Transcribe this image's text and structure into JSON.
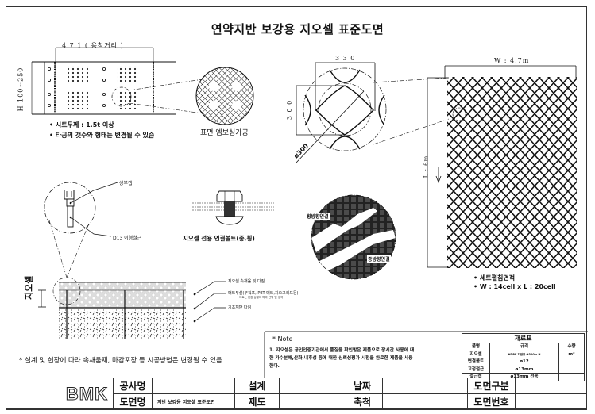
{
  "drawing": {
    "title": "연약지반 보강용 지오셀 표준도면",
    "sheet_detail": {
      "dim_width": "4 7 1  ( 용착거리  )",
      "dim_height": "H 100~250",
      "notes": [
        "• 시트두께 : 1.5t 이상",
        "• 타공의 갯수와 형태는 변경될 수 있슴"
      ]
    },
    "embossing_detail": {
      "label": "표면 엠보싱가공"
    },
    "cell_detail": {
      "dim_width": "3 3 0",
      "dim_height": "3 0 0",
      "dim_diameter": "ø300"
    },
    "spread_detail": {
      "dim_width": "W : 4.7m",
      "dim_length": "L : 6m",
      "notes": [
        "• 세트펼침면적",
        "• W : 14cell x L : 20cell"
      ]
    },
    "anchor_detail": {
      "label_cap": "상부캡",
      "label_rebar": "D13 이형철근"
    },
    "bolt_detail": {
      "label": "지오셀 전용 연결볼트(종,횡)"
    },
    "connection_detail": {
      "label_transverse": "횡방향연결",
      "label_longitudinal": "종방향연결"
    },
    "section_detail": {
      "side_label": "지오셀",
      "labels": [
        "지오셀 속채움 및 다짐",
        "매트부설(부직포, PET 매트,지오그리드등)",
        "• 매트는 현장 상황에 따라 선택 및 생략",
        "기초지반 다짐"
      ]
    },
    "general_note": "* 설계 및 현장에 따라 속채움재, 마감포장 등 시공방법은 변경될 수 있음"
  },
  "note": {
    "heading": "* Note",
    "lines": [
      "1. 지오셀은 공인인증기관에서 품질을 확인받은 제품으로 장시간 사용에 대",
      "한 가수분해,산화,내후성 등에 대한 신뢰성평가 시험을 완료한 제품을 사용",
      "한다."
    ]
  },
  "material_table": {
    "caption": "재료표",
    "headers": [
      "품명",
      "규격",
      "수량"
    ],
    "rows": [
      [
        "지오셀",
        "HDPE 지반용 Φ300 x H",
        "m²"
      ],
      [
        "연결볼트",
        "ø12",
        ""
      ],
      [
        "고정철근",
        "ø13mm",
        ""
      ],
      [
        "철근캡",
        "ø13mm 전용",
        ""
      ]
    ]
  },
  "title_block": {
    "logo": "BMK",
    "project_label": "공사명",
    "project_value": "",
    "drawing_name_label": "도면명",
    "drawing_name_value": "지반 보강용 지오셀 표준도면",
    "design_label": "설계",
    "design_value": "",
    "drafting_label": "제도",
    "drafting_value": "",
    "date_label": "날짜",
    "date_value": "",
    "scale_label": "축척",
    "scale_value": "",
    "category_label": "도면구분",
    "category_value": "",
    "number_label": "도면번호",
    "number_value": ""
  }
}
